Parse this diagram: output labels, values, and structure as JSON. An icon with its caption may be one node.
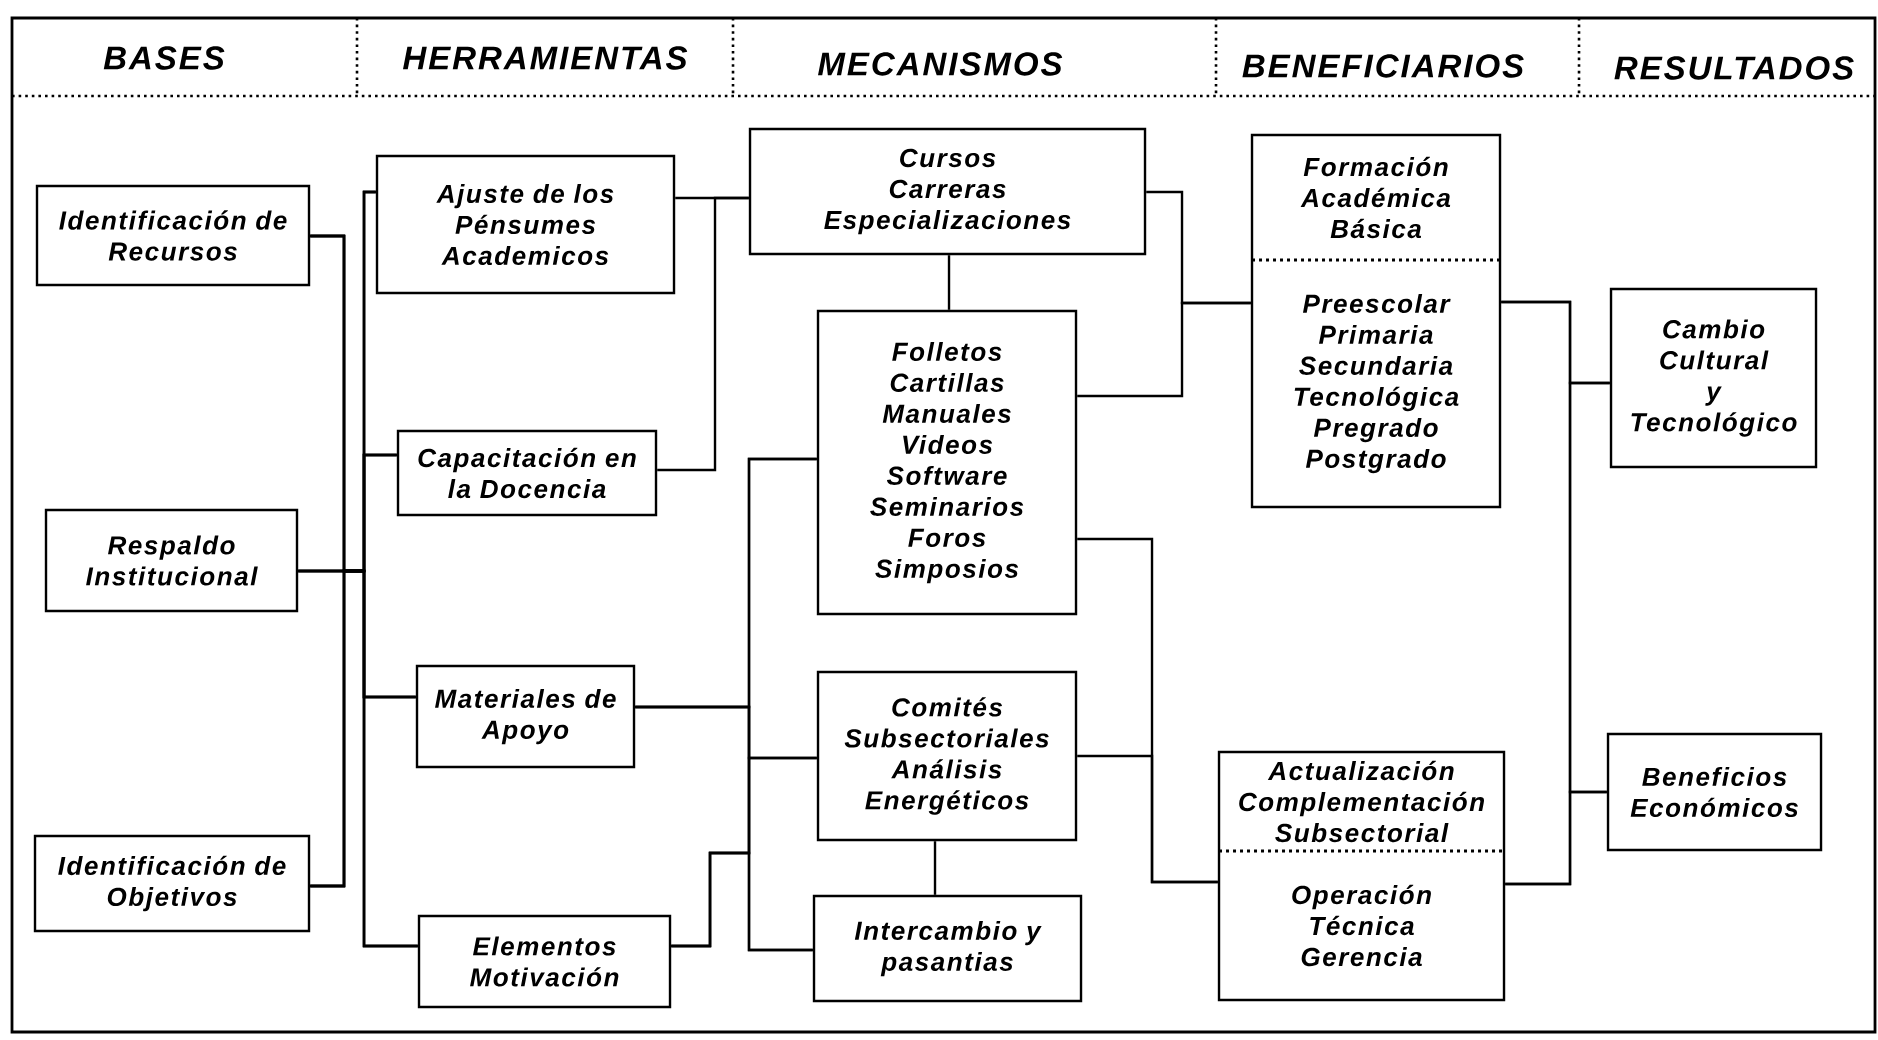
{
  "diagram": {
    "nodes": [
      {
        "text": [
          "Identificación de Recursos"
        ]
      },
      {
        "text": [
          "Respaldo Institucional"
        ]
      },
      {
        "text": [
          "Identificación de Objetivos"
        ]
      },
      {
        "text": [
          "Ajuste de los Pénsumes Academicos"
        ]
      },
      {
        "text": [
          "Capacitación en la Docencia"
        ]
      },
      {
        "text": [
          "Materiales de Apoyo"
        ]
      },
      {
        "text": [
          "Elementos Motivación"
        ]
      },
      {
        "text": [
          "Cursos Carreras Especializaciones"
        ]
      },
      {
        "text": [
          "Folletos Cartillas Manuales Videos Software Seminarios Foros Simposios"
        ]
      },
      {
        "text": [
          "Comités Subsectoriales Análisis Energéticos"
        ]
      },
      {
        "text": [
          "Intercambio y pasantias"
        ]
      },
      {
        "text": [
          "Formación Académica Básica",
          "Preescolar Primaria Secundaria Tecnológica Pregrado Postgrado"
        ]
      },
      {
        "text": [
          "Actualización Complementación Subsectorial",
          "Operación Técnica Gerencia"
        ]
      },
      {
        "text": [
          "Cambio Cultural y Tecnológico"
        ]
      },
      {
        "text": [
          "Beneficios Económicos"
        ]
      }
    ],
    "edges": [
      {
        "from": 0,
        "to": 3,
        "arrow": "none"
      },
      {
        "from": 0,
        "to": 4,
        "arrow": "none"
      },
      {
        "from": 0,
        "to": 5,
        "arrow": "none"
      },
      {
        "from": 0,
        "to": 6,
        "arrow": "none"
      },
      {
        "from": 1,
        "to": 3,
        "arrow": "none"
      },
      {
        "from": 1,
        "to": 4,
        "arrow": "none"
      },
      {
        "from": 1,
        "to": 5,
        "arrow": "none"
      },
      {
        "from": 1,
        "to": 6,
        "arrow": "none"
      },
      {
        "from": 2,
        "to": 3,
        "arrow": "none"
      },
      {
        "from": 2,
        "to": 4,
        "arrow": "none"
      },
      {
        "from": 2,
        "to": 5,
        "arrow": "none"
      },
      {
        "from": 2,
        "to": 6,
        "arrow": "none"
      },
      {
        "from": 3,
        "to": 7,
        "arrow": "none"
      },
      {
        "from": 4,
        "to": 7,
        "arrow": "none"
      },
      {
        "from": 7,
        "to": 8,
        "arrow": "none"
      },
      {
        "from": 5,
        "to": 8,
        "arrow": "none"
      },
      {
        "from": 5,
        "to": 9,
        "arrow": "none"
      },
      {
        "from": 5,
        "to": 10,
        "arrow": "none"
      },
      {
        "from": 6,
        "to": 8,
        "arrow": "none"
      },
      {
        "from": 6,
        "to": 9,
        "arrow": "none"
      },
      {
        "from": 6,
        "to": 10,
        "arrow": "none"
      },
      {
        "from": 9,
        "to": 10,
        "arrow": "none"
      },
      {
        "from": 7,
        "to": 11,
        "arrow": "none"
      },
      {
        "from": 8,
        "to": 11,
        "arrow": "none"
      },
      {
        "from": 8,
        "to": 12,
        "arrow": "none"
      },
      {
        "from": 9,
        "to": 12,
        "arrow": "none"
      },
      {
        "from": 11,
        "to": 13,
        "arrow": "none"
      },
      {
        "from": 11,
        "to": 14,
        "arrow": "none"
      },
      {
        "from": 12,
        "to": 13,
        "arrow": "none"
      },
      {
        "from": 12,
        "to": 14,
        "arrow": "none"
      }
    ],
    "labels": [
      "BASES",
      "HERRAMIENTAS",
      "MECANISMOS",
      "BENEFICIARIOS",
      "RESULTADOS"
    ]
  }
}
